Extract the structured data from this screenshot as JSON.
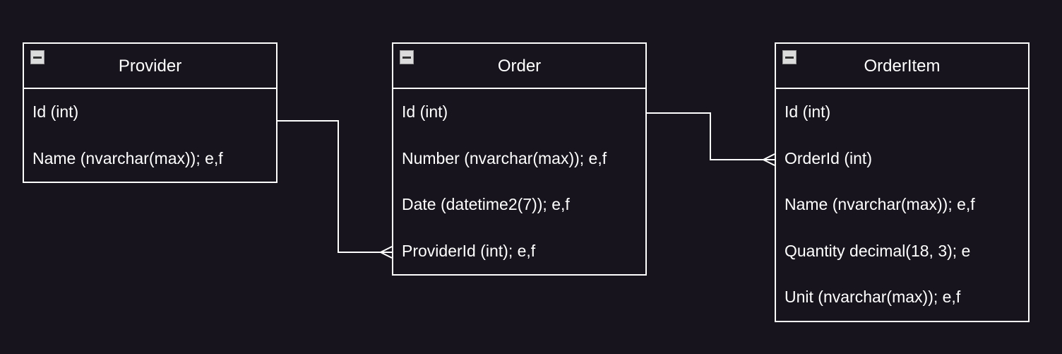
{
  "entities": [
    {
      "id": "provider",
      "title": "Provider",
      "collapse_icon": "minus-square-icon",
      "fields": [
        "Id (int)",
        "Name (nvarchar(max)); e,f"
      ]
    },
    {
      "id": "order",
      "title": "Order",
      "collapse_icon": "minus-square-icon",
      "fields": [
        "Id (int)",
        "Number (nvarchar(max)); e,f",
        "Date (datetime2(7)); e,f",
        "ProviderId (int); e,f"
      ]
    },
    {
      "id": "orderitem",
      "title": "OrderItem",
      "collapse_icon": "minus-square-icon",
      "fields": [
        "Id (int)",
        "OrderId (int)",
        "Name (nvarchar(max)); e,f",
        "Quantity decimal(18, 3); e",
        "Unit (nvarchar(max)); e,f"
      ]
    }
  ],
  "relationships": [
    {
      "from": "Provider.Id (int)",
      "to": "Order.ProviderId (int); e,f",
      "end_marker": "crows-foot-many"
    },
    {
      "from": "Order.Id (int)",
      "to": "OrderItem.OrderId (int)",
      "end_marker": "crows-foot-many"
    }
  ],
  "colors": {
    "background": "#18141d",
    "line": "#ffffff",
    "text": "#ffffff"
  }
}
